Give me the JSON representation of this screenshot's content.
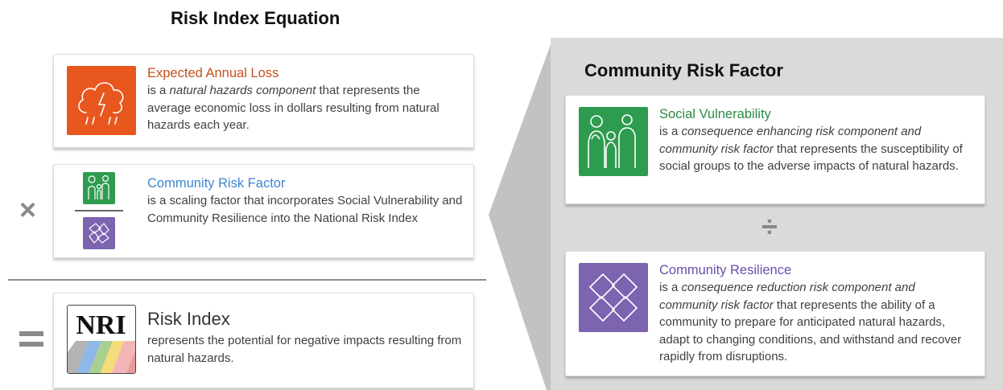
{
  "title": "Risk Index Equation",
  "operators": {
    "times": "×",
    "equals": "=",
    "divide": "÷"
  },
  "cards": {
    "eal": {
      "heading": "Expected Annual Loss",
      "text_before": "is a ",
      "text_italic": "natural hazards component",
      "text_after": " that represents the average economic loss in dollars resulting from natural hazards each year.",
      "color": "#e8571d",
      "icon": "storm-cloud-icon"
    },
    "crf": {
      "heading": "Community Risk Factor",
      "text": "is a scaling factor that incorporates Social Vulnerability and Community Resilience into the National Risk Index",
      "color": "#3b86d1",
      "icon": "fraction-icon"
    },
    "ri": {
      "heading": "Risk Index",
      "text": "represents the potential for negative impacts resulting from natural hazards.",
      "logo_text": "NRI",
      "icon": "nri-logo-icon"
    }
  },
  "right_panel": {
    "title": "Community Risk Factor",
    "sv": {
      "heading": "Social Vulnerability",
      "italic": "consequence enhancing risk component and community risk factor",
      "text_before": "is a ",
      "text_after": " that represents the susceptibility of social groups to the adverse impacts of natural hazards.",
      "color": "#2e9c4f",
      "icon": "family-icon"
    },
    "cr": {
      "heading": "Community Resilience",
      "italic": "consequence reduction risk component and community risk factor",
      "text_before": "is a ",
      "text_after": " that represents the ability of a community to prepare for anticipated natural hazards, adapt to changing conditions, and withstand and recover rapidly from disruptions.",
      "color": "#7c64b0",
      "icon": "linked-hands-icon"
    }
  },
  "colors": {
    "eal": "#e8571d",
    "crf_heading": "#3b86d1",
    "sv": "#2e9c4f",
    "cr": "#7c64b0",
    "panel": "#d9d9d9",
    "panel_arrow": "#bdbdbd"
  }
}
